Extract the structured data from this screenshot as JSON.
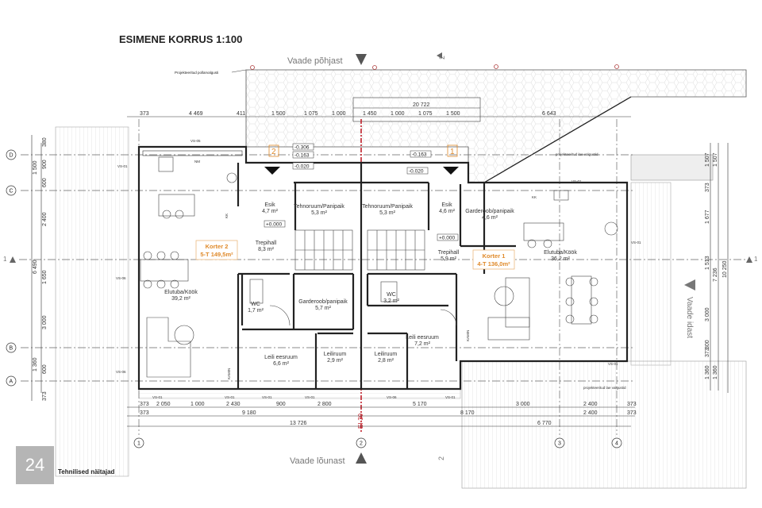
{
  "title": "ESIMENE KORRUS 1:100",
  "views": {
    "north": "Vaade põhjast",
    "south": "Vaade lõunast",
    "east": "Vaade idast"
  },
  "section_marks": {
    "s1": "1",
    "s2": "2"
  },
  "fire_wall": "EI-30",
  "axes": {
    "rows": [
      "D",
      "C",
      "B",
      "A"
    ],
    "cols": [
      "1",
      "2",
      "3",
      "4"
    ]
  },
  "dims_top": {
    "overall": "20 722",
    "row": [
      "373",
      "4 469",
      "411",
      "1 500",
      "1 075",
      "1 000",
      "1 450",
      "1 000",
      "1 075",
      "1 500",
      "6 643"
    ]
  },
  "dims_bottom": {
    "row1": [
      "373",
      "2 050",
      "1 000",
      "2 430",
      "900",
      "2 800",
      "5 170",
      "3 000",
      "2 400",
      "373"
    ],
    "row2": [
      "373",
      "9 180",
      "8 170",
      "2 400",
      "373"
    ],
    "row3": [
      "13 726",
      "6 770"
    ]
  },
  "dims_left": {
    "inner": [
      "380",
      "900",
      "600",
      "2 400",
      "1 650",
      "3 000",
      "600",
      "373"
    ],
    "outer": [
      "1 500",
      "6 490",
      "1 360"
    ]
  },
  "dims_right": {
    "inner": [
      "1 507",
      "373",
      "1 677",
      "1 513",
      "3 000",
      "300",
      "373",
      "1 360"
    ],
    "mid": [
      "1 507",
      "7 236",
      "1 360"
    ],
    "outer": "10 250"
  },
  "apartments": [
    {
      "name": "Korter 2",
      "info": "5-T 149,5m²"
    },
    {
      "name": "Korter 1",
      "info": "4-T 136,0m²"
    }
  ],
  "rooms": [
    {
      "name": "Elutuba/Köök",
      "area": "39,2 m²"
    },
    {
      "name": "Esik",
      "area": "4,7 m²"
    },
    {
      "name": "Tehnoruum/Panipaik",
      "area": "5,3 m²"
    },
    {
      "name": "Tehnoruum/Panipaik",
      "area": "5,3 m²"
    },
    {
      "name": "Esik",
      "area": "4,6 m²"
    },
    {
      "name": "Garderoob/panipaik",
      "area": "4,6 m²"
    },
    {
      "name": "Elutuba/Köök",
      "area": "36,2 m²"
    },
    {
      "name": "Trepihall",
      "area": "8,3 m²"
    },
    {
      "name": "Trepihall",
      "area": "5,9 m²"
    },
    {
      "name": "WC",
      "area": "1,7 m²"
    },
    {
      "name": "Garderoob/panipaik",
      "area": "5,7 m²"
    },
    {
      "name": "WC",
      "area": "3,2 m²"
    },
    {
      "name": "Leili eesruum",
      "area": "6,6 m²"
    },
    {
      "name": "Leiliruum",
      "area": "2,9 m²"
    },
    {
      "name": "Leiliruum",
      "area": "2,8 m²"
    },
    {
      "name": "Leili eesruum",
      "area": "7,2 m²"
    }
  ],
  "levels": [
    "-0.306",
    "-0.163",
    "-0.020",
    "-0.163",
    "-0.020",
    "+0.000",
    "+0.000"
  ],
  "entrance_numbers": [
    "2",
    "1"
  ],
  "tags": {
    "vs01": "VS-01",
    "vs05": "VS-05",
    "vs06": "VS-06",
    "kamin": "KAMIN",
    "kk": "KK",
    "nm": "NM"
  },
  "notes": {
    "bollard": "Projekteeritud pollarvalgusti",
    "ceiling": "projekteeritud lae valgustid"
  },
  "page_number": "24",
  "footer": "Tehnilised näitajad",
  "colors": {
    "apartment_label": "#e08a2a",
    "fire_wall": "#c0202a"
  }
}
